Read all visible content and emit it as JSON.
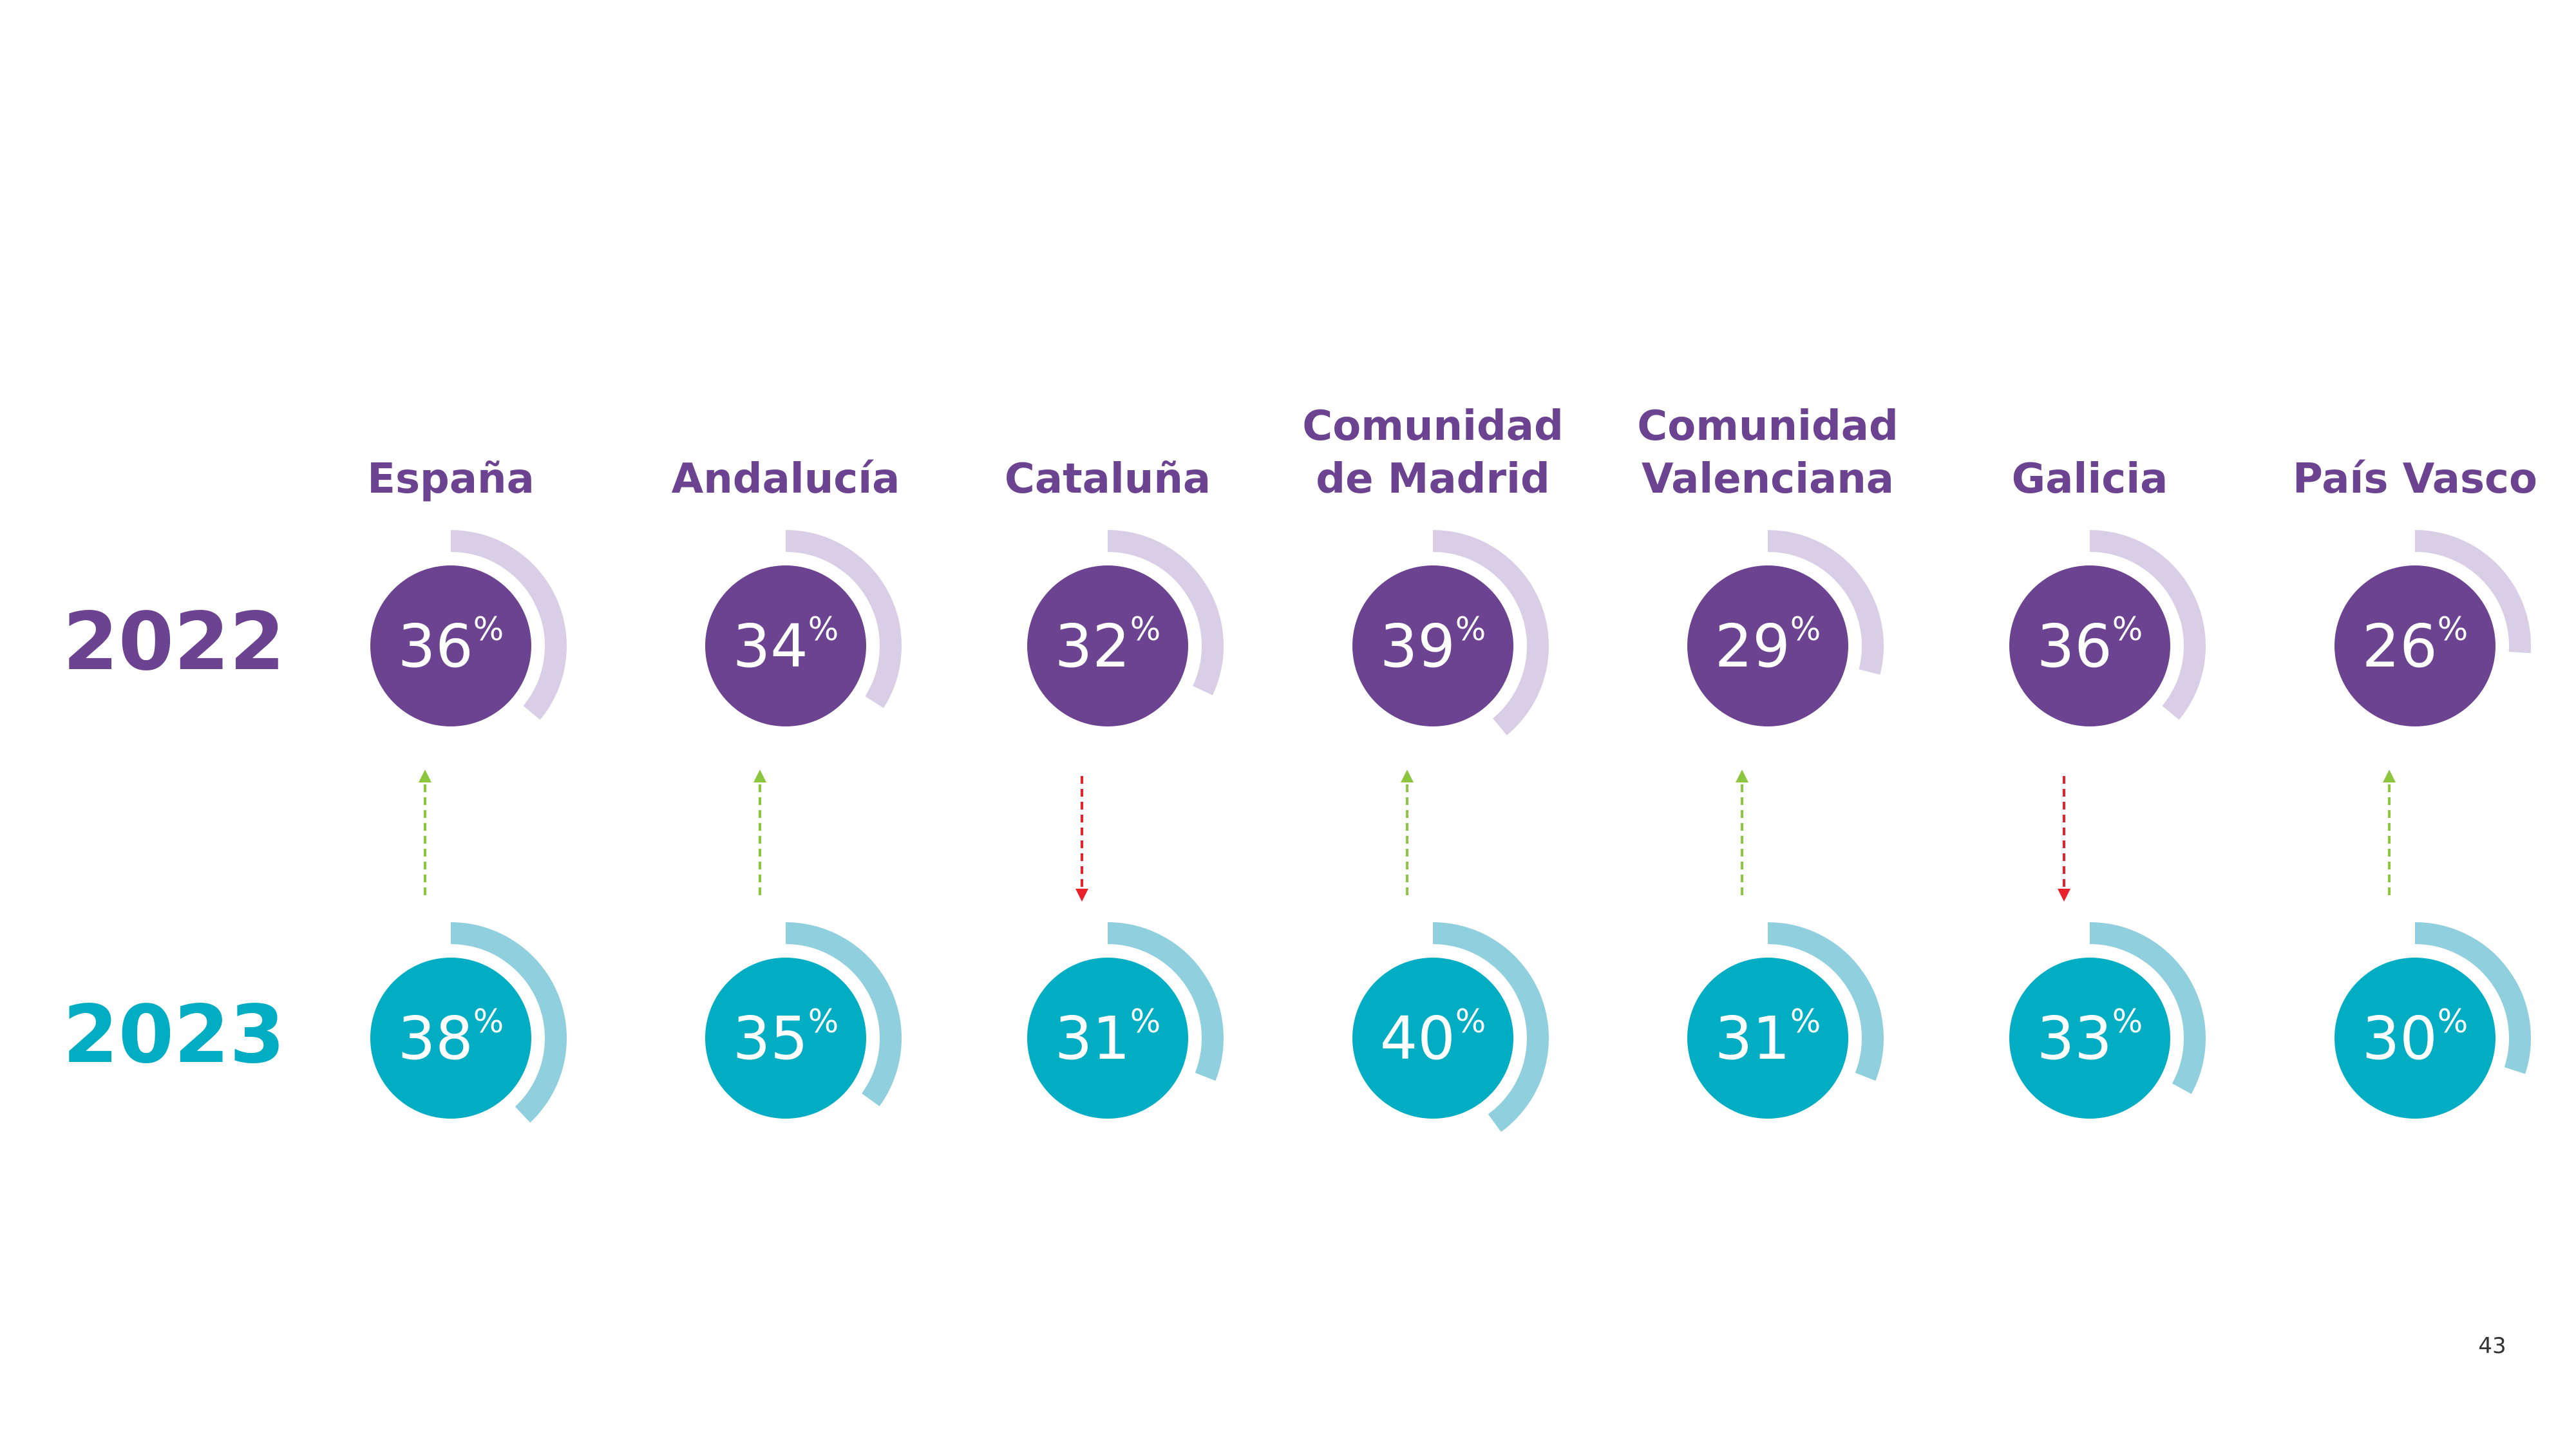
{
  "chart_data": {
    "type": "radial",
    "categories": [
      "España",
      "Andalucía",
      "Cataluña",
      "Comunidad de Madrid",
      "Comunidad Valenciana",
      "Galicia",
      "País Vasco"
    ],
    "category_label_lines": [
      [
        "España"
      ],
      [
        "Andalucía"
      ],
      [
        "Cataluña"
      ],
      [
        "Comunidad",
        "de Madrid"
      ],
      [
        "Comunidad",
        "Valenciana"
      ],
      [
        "Galicia"
      ],
      [
        "País Vasco"
      ]
    ],
    "unit": "%",
    "series": [
      {
        "name": "2022",
        "values": [
          36,
          34,
          32,
          39,
          29,
          36,
          26
        ]
      },
      {
        "name": "2023",
        "values": [
          38,
          35,
          31,
          40,
          31,
          33,
          30
        ]
      }
    ],
    "trend": [
      "up",
      "up",
      "down",
      "up",
      "up",
      "down",
      "up"
    ],
    "value_range": [
      0,
      100
    ]
  },
  "colors": {
    "2022": "#6b4391",
    "2022_arc": "#d8cfe6",
    "2023": "#00adc2",
    "2023_arc": "#8fcfde",
    "label": "#6b4391",
    "trend_up": "#8cc63f",
    "trend_down": "#e8212b",
    "pct_text": "#ffffff"
  },
  "page_number": "43"
}
